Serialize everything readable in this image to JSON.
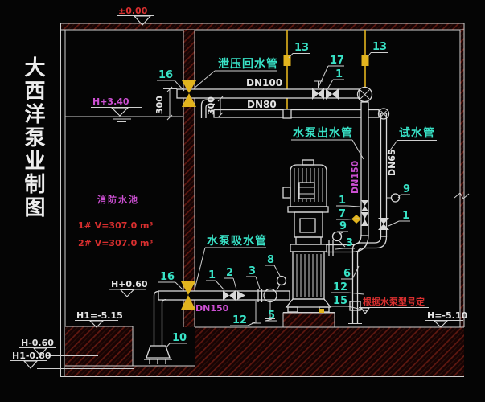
{
  "drawing": {
    "title_vertical": "大西洋泵业制图",
    "pool": {
      "name": "消防水池",
      "volume_1": "1# V=307.0 m³",
      "volume_2": "2# V=307.0 m³"
    },
    "pipes": {
      "relief_return": "泄压回水管",
      "dn100": "DN100",
      "dn80": "DN80",
      "pump_outlet": "水泵出水管",
      "test_pipe": "试水管",
      "dn150_riser": "DN150",
      "dn65_riser": "DN65",
      "pump_suction": "水泵吸水管",
      "dn150_suction": "DN150"
    },
    "elevations": {
      "ground": "±0.00",
      "water_level": "H+3.40",
      "suction_pipe": "H+0.60",
      "pool_base": "H1=-5.15",
      "outside_upper": "H-0.60",
      "outside_lower": "H1-0.80",
      "room_floor": "H=-5.10"
    },
    "dimensions": {
      "relief_drop": "300",
      "pipe_gap": "300"
    },
    "note": "根据水泵型号定",
    "callouts": {
      "c13a": "13",
      "c13b": "13",
      "c16a": "16",
      "c17": "17",
      "c1a": "1",
      "c9a": "9",
      "c1b": "1",
      "c1c": "1",
      "c7": "7",
      "c9b": "9",
      "c3a": "3",
      "c6": "6",
      "c12a": "12",
      "c15": "15",
      "c16b": "16",
      "c1d": "1",
      "c2": "2",
      "c3b": "3",
      "c8": "8",
      "c12b": "12",
      "c5": "5",
      "c10": "10"
    },
    "colors": {
      "background": "#050505",
      "line": "#d9d9d9",
      "cyan": "#38e2c6",
      "magenta": "#cc4fd2",
      "red": "#d92f2f",
      "yellow": "#e2b41e",
      "hatch_red": "#5f1810"
    }
  }
}
